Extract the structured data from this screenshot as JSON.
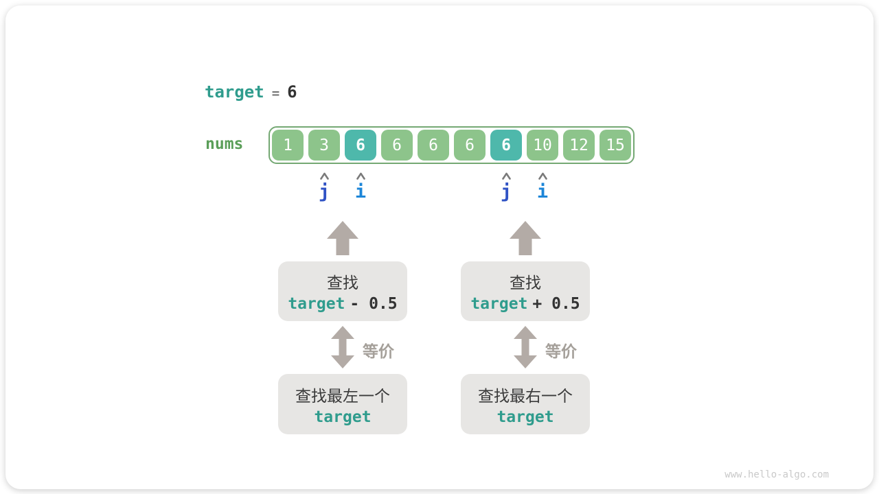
{
  "colors": {
    "teal_accent": "#2f9c8d",
    "cell_green": "#8dc48b",
    "cell_teal_highlight": "#4eb8ab",
    "array_border_green": "#74a873",
    "nums_label_green": "#5a9e58",
    "dark_text": "#333333",
    "gray_arrow": "#b3aba6",
    "box_background": "#e7e6e4",
    "pointer_j_blue": "#3053c5",
    "pointer_i_blue": "#1d86d8",
    "watermark_gray": "#c9c9c9"
  },
  "target_line": {
    "variable": "target",
    "operator": "=",
    "value": "6"
  },
  "array": {
    "label": "nums",
    "cells": [
      "1",
      "3",
      "6",
      "6",
      "6",
      "6",
      "6",
      "10",
      "12",
      "15"
    ],
    "highlighted_indices": [
      2,
      6
    ]
  },
  "pointers": [
    {
      "label": "j",
      "cell_index": 1
    },
    {
      "label": "i",
      "cell_index": 2
    },
    {
      "label": "j",
      "cell_index": 6
    },
    {
      "label": "i",
      "cell_index": 7
    }
  ],
  "left_flow": {
    "search_box": {
      "line1": "查找",
      "code_var": "target",
      "code_op": "- 0.5"
    },
    "equivalence_label": "等价",
    "result_box": {
      "line1": "查找最左一个",
      "code": "target"
    }
  },
  "right_flow": {
    "search_box": {
      "line1": "查找",
      "code_var": "target",
      "code_op": "+ 0.5"
    },
    "equivalence_label": "等价",
    "result_box": {
      "line1": "查找最右一个",
      "code": "target"
    }
  },
  "watermark": "www.hello-algo.com"
}
